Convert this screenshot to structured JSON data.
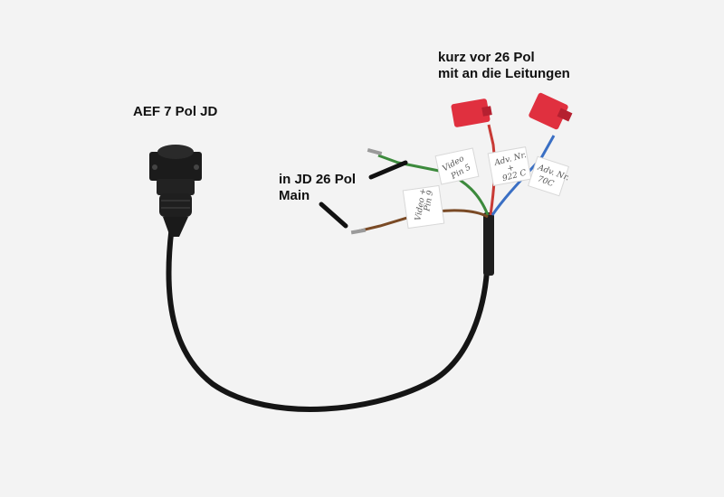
{
  "image": {
    "annotations": {
      "connector_label": "AEF 7 Pol JD",
      "splice_label": "kurz vor 26 Pol\nmit an die Leitungen",
      "main_pins_label": "in JD 26 Pol\nMain"
    },
    "wire_tags": {
      "green_tag": [
        "Video",
        "Pin 5"
      ],
      "brown_tag": [
        "Video +",
        "Pin 9"
      ],
      "red_tag": [
        "Adv. Nr.",
        "+",
        "922 C"
      ],
      "blue_tag": [
        "Adv. Nr.",
        "70C"
      ]
    },
    "colors": {
      "background": "#f3f3f3",
      "cable": "#151515",
      "green_wire": "#3c8a3c",
      "brown_wire": "#7a4a25",
      "red_wire": "#c83a35",
      "blue_wire": "#3a6fc4",
      "red_splice": "#e0303f"
    }
  }
}
